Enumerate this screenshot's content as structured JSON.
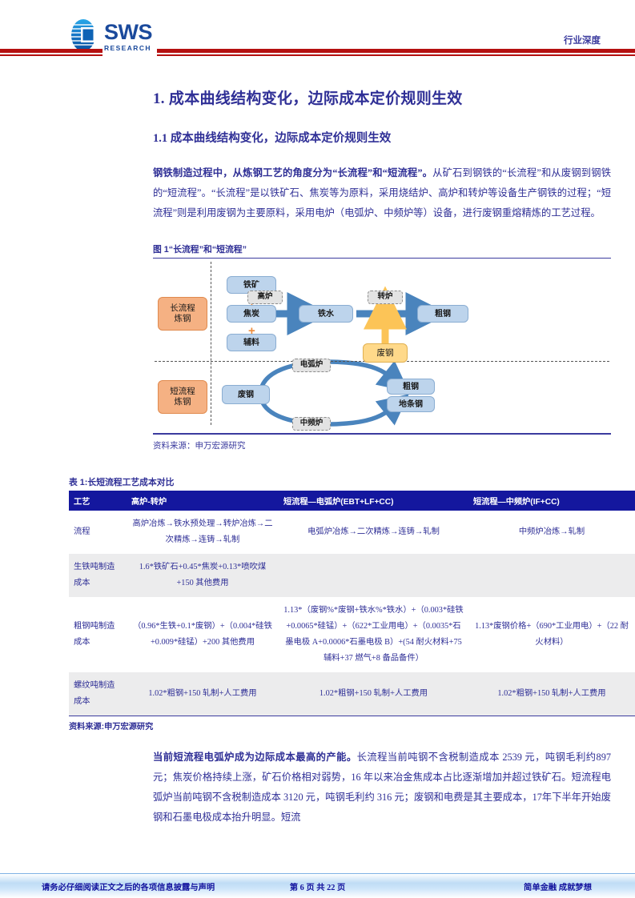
{
  "header": {
    "logo_name": "sws-research-logo",
    "logo_primary": "SWS",
    "logo_secondary": "RESEARCH",
    "right_label": "行业深度",
    "accent_red": "#b51010",
    "brand_blue": "#1b4a9c"
  },
  "headings": {
    "h1": "1. 成本曲线结构变化，边际成本定价规则生效",
    "h2": "1.1 成本曲线结构变化，边际成本定价规则生效"
  },
  "paragraphs": {
    "intro_lead": "钢铁制造过程中，从炼钢工艺的角度分为“长流程”和“短流程”。",
    "intro_rest": "从矿石到钢铁的“长流程”和从废钢到钢铁的“短流程”。“长流程”是以铁矿石、焦炭等为原料，采用烧结炉、高炉和转炉等设备生产钢铁的过程；“短流程”则是利用废钢为主要原料，采用电炉（电弧炉、中频炉等）设备，进行废钢重熔精炼的工艺过程。",
    "closing_lead": "当前短流程电弧炉成为边际成本最高的产能。",
    "closing_rest": "长流程当前吨钢不含税制造成本 2539 元，吨钢毛利约897元；焦炭价格持续上涨，矿石价格相对弱势，16 年以来冶金焦成本占比逐渐增加并超过铁矿石。短流程电弧炉当前吨钢不含税制造成本 3120 元，吨钢毛利约 316 元；废钢和电费是其主要成本，17年下半年开始废钢和石墨电极成本抬升明显。短流"
  },
  "figure": {
    "title": "图 1“长流程”和“短流程”",
    "source": "资料来源：申万宏源研究",
    "long_process_label": "长流程\n炼钢",
    "short_process_label": "短流程\n炼钢",
    "nodes": {
      "iron_ore": "铁矿",
      "coke": "焦炭",
      "flux": "辅料",
      "blast_furnace": "高炉",
      "hot_metal": "铁水",
      "converter": "转炉",
      "crude_steel": "粗钢",
      "scrap_steel_top": "废钢",
      "eaf": "电弧炉",
      "scrap_steel_cycle": "废钢",
      "crude_steel_cycle": "粗钢",
      "rebar_steel": "地条钢",
      "induction_furnace": "中频炉"
    },
    "plus_symbol": "+"
  },
  "table": {
    "title": "表 1:长短流程工艺成本对比",
    "source": "资料来源:申万宏源研究",
    "columns": [
      "工艺",
      "高炉-转炉",
      "短流程—电弧炉(EBT+LF+CC)",
      "短流程—中频炉(IF+CC)"
    ],
    "rows": [
      {
        "label": "流程",
        "bf_bof": "高炉冶炼→铁水预处理→转炉冶炼→二次精炼→连铸→轧制",
        "eaf": "电弧炉冶炼→二次精炼→连铸→轧制",
        "if": "中频炉冶炼→轧制"
      },
      {
        "label": "生铁吨制造成本",
        "bf_bof": "1.6*铁矿石+0.45*焦炭+0.13*喷吹煤+150 其他费用",
        "eaf": "",
        "if": ""
      },
      {
        "label": "粗钢吨制造成本",
        "bf_bof": "（0.96*生铁+0.1*废钢）+（0.004*硅铁+0.009*硅锰）+200 其他费用",
        "eaf": "1.13*（废钢%*废钢+铁水%*铁水）+（0.003*硅铁+0.0065*硅锰）+（622*工业用电）+（0.0035*石墨电极 A+0.0006*石墨电极 B）+(54 耐火材料+75 辅料+37 燃气+8 备品备件）",
        "if": "1.13*废钢价格+（690*工业用电）+（22 耐火材料）"
      },
      {
        "label": "螺纹吨制造成本",
        "bf_bof": "1.02*粗钢+150 轧制+人工费用",
        "eaf": "1.02*粗钢+150 轧制+人工费用",
        "if": "1.02*粗钢+150 轧制+人工费用"
      }
    ],
    "header_bg": "#14179e",
    "stripe_bg": "#ececed"
  },
  "footer": {
    "disclaimer": "请务必仔细阅读正文之后的各项信息披露与声明",
    "page_indicator": "第 6 页  共 22 页",
    "slogan": "简单金融 成就梦想"
  }
}
